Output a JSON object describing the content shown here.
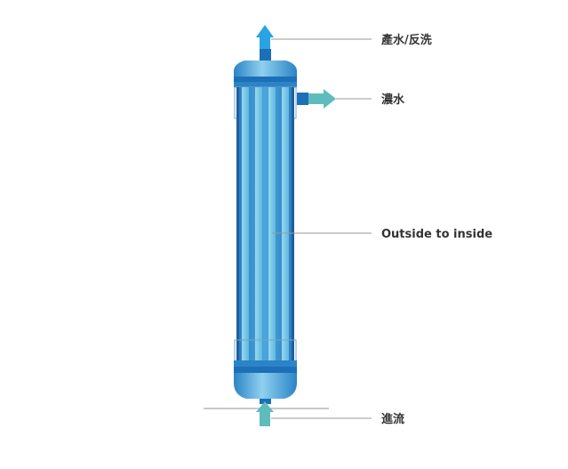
{
  "labels": {
    "product_backwash": "產水/反洗",
    "concentrate": "濃水",
    "flow_mode": "Outside to inside",
    "feed": "進流"
  },
  "colors": {
    "shell_light": "#8fd0ef",
    "shell_mid": "#3fa5db",
    "shell_dark": "#1d6fb7",
    "fiber": "#6cc3e6",
    "outlet_arrow": "#2aa3e2",
    "teal_arrow": "#5fbcbc",
    "leader_line": "#999999"
  },
  "icons": {
    "product_arrow": "arrow-up-icon",
    "concentrate_arrow": "arrow-right-icon",
    "feed_arrow": "arrow-up-icon"
  }
}
